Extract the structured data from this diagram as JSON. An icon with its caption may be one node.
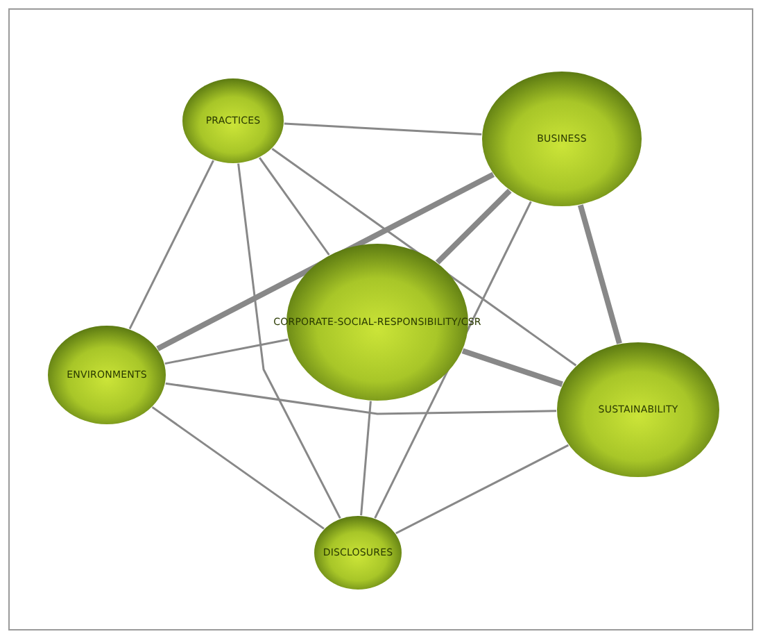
{
  "diagram": {
    "nodes": [
      {
        "text": [
          "PRACTICES"
        ]
      },
      {
        "text": [
          "BUSINESS"
        ]
      },
      {
        "text": [
          "CORPORATE-SOCIAL-RESPONSIBILITY/CSR"
        ]
      },
      {
        "text": [
          "ENVIRONMENTS"
        ]
      },
      {
        "text": [
          "SUSTAINABILITY"
        ]
      },
      {
        "text": [
          "DISCLOSURES"
        ]
      }
    ],
    "edges": [
      {
        "from": 0,
        "to": 1,
        "arrow": "none"
      },
      {
        "from": 0,
        "to": 3,
        "arrow": "none"
      },
      {
        "from": 0,
        "to": 5,
        "arrow": "none"
      },
      {
        "from": 0,
        "to": 2,
        "arrow": "none"
      },
      {
        "from": 0,
        "to": 4,
        "arrow": "none"
      },
      {
        "from": 1,
        "to": 3,
        "arrow": "none",
        "style": "thick"
      },
      {
        "from": 1,
        "to": 2,
        "arrow": "none",
        "style": "thick"
      },
      {
        "from": 1,
        "to": 5,
        "arrow": "none"
      },
      {
        "from": 1,
        "to": 4,
        "arrow": "none",
        "style": "thick"
      },
      {
        "from": 2,
        "to": 3,
        "arrow": "none"
      },
      {
        "from": 2,
        "to": 4,
        "arrow": "none",
        "style": "thick"
      },
      {
        "from": 2,
        "to": 5,
        "arrow": "none"
      },
      {
        "from": 3,
        "to": 4,
        "arrow": "none"
      },
      {
        "from": 3,
        "to": 5,
        "arrow": "none"
      },
      {
        "from": 4,
        "to": 5,
        "arrow": "none"
      }
    ]
  }
}
